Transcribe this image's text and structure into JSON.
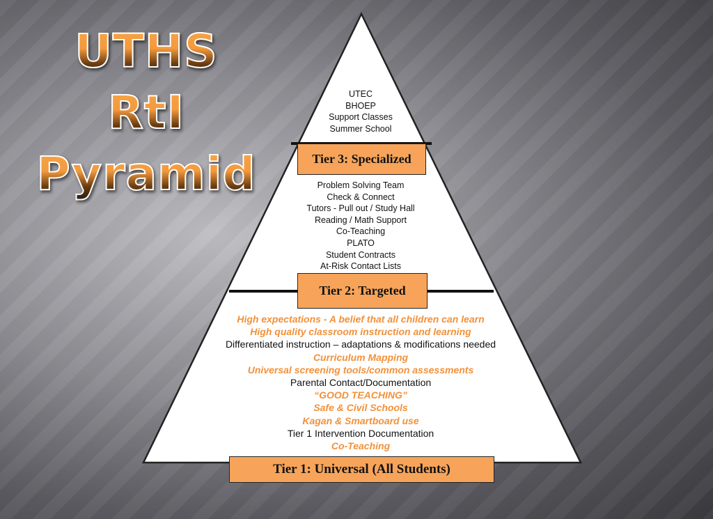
{
  "title": {
    "line1": "UTHS",
    "line2": "RtI",
    "line3": "Pyramid"
  },
  "colors": {
    "accent": "#f7a45a",
    "emphasis_text": "#f2913a"
  },
  "tiers": {
    "tier3": {
      "label": "Tier 3: Specialized",
      "items": [
        "UTEC",
        "BHOEP",
        "Support Classes",
        "Summer School"
      ]
    },
    "tier2": {
      "label": "Tier 2: Targeted",
      "items": [
        "Problem Solving Team",
        "Check & Connect",
        "Tutors - Pull out / Study Hall",
        "Reading / Math Support",
        "Co-Teaching",
        "PLATO",
        "Student Contracts",
        "At-Risk Contact Lists"
      ]
    },
    "tier1": {
      "label": "Tier 1: Universal  (All Students)",
      "items": [
        {
          "text": "High expectations - A belief that all children can learn",
          "emphasis": true
        },
        {
          "text": "High quality classroom instruction and learning",
          "emphasis": true
        },
        {
          "text": "Differentiated instruction – adaptations & modifications needed",
          "emphasis": false
        },
        {
          "text": "Curriculum Mapping",
          "emphasis": true
        },
        {
          "text": "Universal screening tools/common assessments",
          "emphasis": true
        },
        {
          "text": "Parental Contact/Documentation",
          "emphasis": false
        },
        {
          "text": "“GOOD TEACHING”",
          "emphasis": true
        },
        {
          "text": "Safe & Civil Schools",
          "emphasis": true
        },
        {
          "text": "Kagan & Smartboard use",
          "emphasis": true
        },
        {
          "text": "Tier 1 Intervention Documentation",
          "emphasis": false
        },
        {
          "text": "Co-Teaching",
          "emphasis": true
        }
      ]
    }
  }
}
